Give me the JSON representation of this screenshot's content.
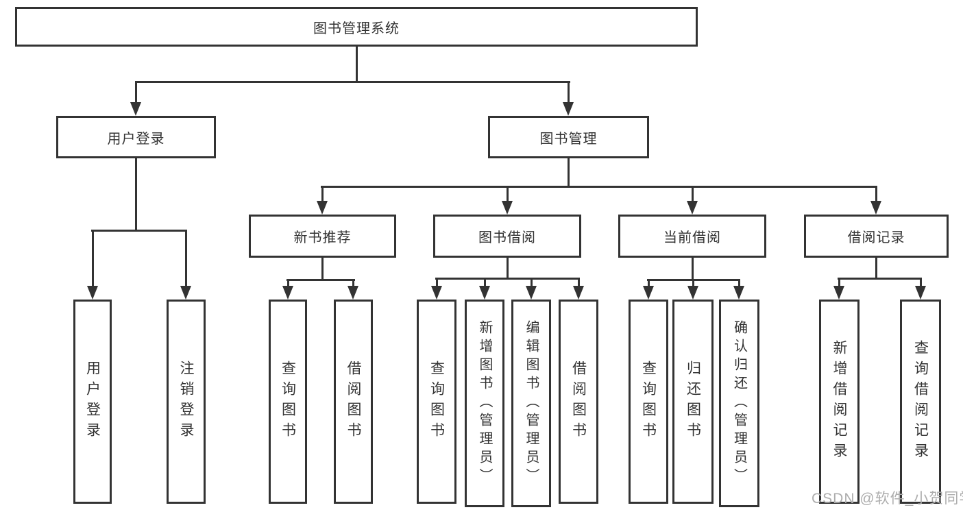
{
  "diagram_title": "图书管理系统",
  "watermark": "CSDN @软件_小贺同学",
  "colors": {
    "line": "#333333",
    "background": "#ffffff",
    "watermark_gray": "#adadad"
  },
  "nodes": {
    "root": {
      "label": "图书管理系统"
    },
    "user_login": {
      "label": "用户登录"
    },
    "book_mgmt": {
      "label": "图书管理"
    },
    "user_login_leaf": {
      "label": "用户登录"
    },
    "logout_leaf": {
      "label": "注销登录"
    },
    "new_book_rec": {
      "label": "新书推荐"
    },
    "book_borrow": {
      "label": "图书借阅"
    },
    "current_borrow": {
      "label": "当前借阅"
    },
    "borrow_record": {
      "label": "借阅记录"
    },
    "query_books_rec": {
      "label": "查询图书"
    },
    "borrow_books_rec": {
      "label": "借阅图书"
    },
    "query_books_borrow": {
      "label": "查询图书"
    },
    "add_books_admin": {
      "label": "新增图书（管理员）"
    },
    "edit_books_admin": {
      "label": "编辑图书（管理员）"
    },
    "borrow_books_leaf": {
      "label": "借阅图书"
    },
    "query_books_current": {
      "label": "查询图书"
    },
    "return_books": {
      "label": "归还图书"
    },
    "confirm_return_admin": {
      "label": "确认归还（管理员）"
    },
    "add_borrow_record": {
      "label": "新增借阅记录"
    },
    "query_borrow_record": {
      "label": "查询借阅记录"
    }
  },
  "hierarchy": {
    "root": "图书管理系统",
    "children": [
      {
        "label": "用户登录",
        "children": [
          "用户登录",
          "注销登录"
        ]
      },
      {
        "label": "图书管理",
        "children": [
          {
            "label": "新书推荐",
            "children": [
              "查询图书",
              "借阅图书"
            ]
          },
          {
            "label": "图书借阅",
            "children": [
              "查询图书",
              "新增图书（管理员）",
              "编辑图书（管理员）",
              "借阅图书"
            ]
          },
          {
            "label": "当前借阅",
            "children": [
              "查询图书",
              "归还图书",
              "确认归还（管理员）"
            ]
          },
          {
            "label": "借阅记录",
            "children": [
              "新增借阅记录",
              "查询借阅记录"
            ]
          }
        ]
      }
    ]
  }
}
